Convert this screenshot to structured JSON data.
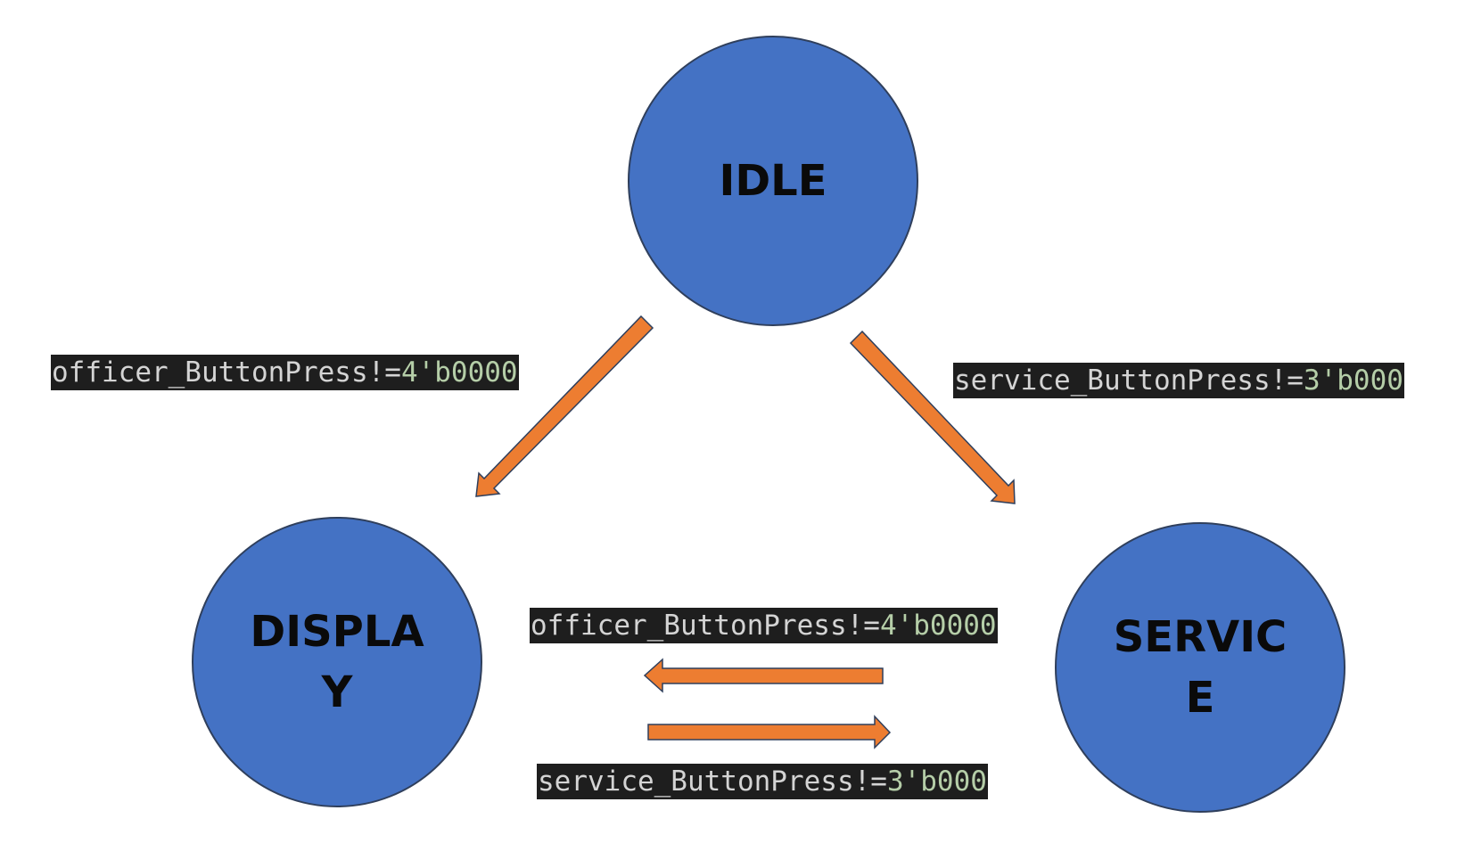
{
  "states": {
    "idle": "IDLE",
    "display": "DISPLA Y",
    "service": "SERVIC E"
  },
  "transitions": {
    "idle_to_display": {
      "variable": "officer_ButtonPress",
      "operator": "!=",
      "value": "4'b0000"
    },
    "idle_to_service": {
      "variable": "service_ButtonPress",
      "operator": "!=",
      "value": "3'b000"
    },
    "service_to_display": {
      "variable": "officer_ButtonPress",
      "operator": "!=",
      "value": "4'b0000"
    },
    "display_to_service": {
      "variable": "service_ButtonPress",
      "operator": "!=",
      "value": "3'b000"
    }
  },
  "colors": {
    "state_fill": "#4472c4",
    "state_border": "#2f3f5c",
    "arrow_fill": "#ed7d31",
    "arrow_border": "#2f3f5c",
    "code_background": "#1e1e1e",
    "code_text": "#d4d4d4",
    "code_number": "#b5cea8"
  }
}
